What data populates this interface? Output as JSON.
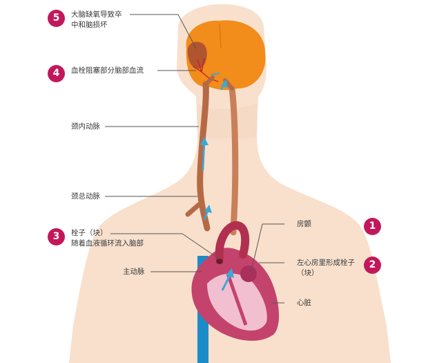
{
  "colors": {
    "skin": "#f8e0cd",
    "brain": "#f28c1a",
    "brain_dark": "#e2760e",
    "artery": "#b56a45",
    "heart": "#c4436c",
    "heart_light": "#f2bfd0",
    "vein": "#1c8cc8",
    "arrow": "#3aa8d8",
    "badge": "#c2185b",
    "line": "#555555"
  },
  "callouts": {
    "c5": {
      "number": "5",
      "line1": "大脑缺氧导致卒",
      "line2": "中和脑损坏"
    },
    "c4": {
      "number": "4",
      "line1": "血栓阻塞部分脑部血流"
    },
    "internal_carotid": {
      "line1": "颈内动脉"
    },
    "common_carotid": {
      "line1": "颈总动脉"
    },
    "c3": {
      "number": "3",
      "line1": "栓子（块）",
      "line2": "随着血液循环流入脑部"
    },
    "aorta": {
      "line1": "主动脉"
    },
    "c1": {
      "number": "1",
      "line1": "房颤"
    },
    "c2": {
      "number": "2",
      "line1": "左心房里形成栓子",
      "line2": "（块）"
    },
    "heart": {
      "line1": "心脏"
    }
  }
}
